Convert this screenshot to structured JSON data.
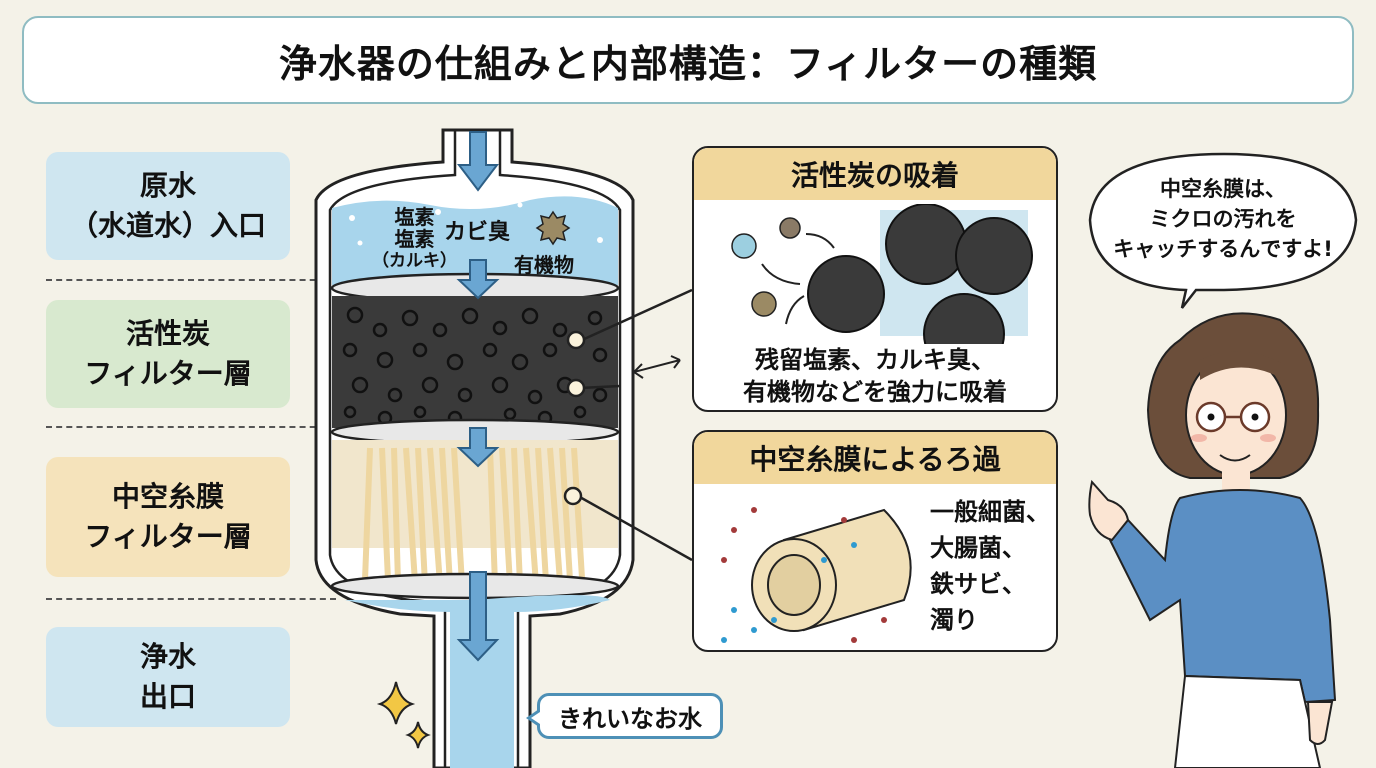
{
  "title": "浄水器の仕組みと内部構造：フィルターの種類",
  "side_labels": [
    {
      "line1": "原水",
      "line2": "（水道水）入口",
      "color": "#cfe6f0"
    },
    {
      "line1": "活性炭",
      "line2": "フィルター層",
      "color": "#d8e9cf"
    },
    {
      "line1": "中空糸膜",
      "line2": "フィルター層",
      "color": "#f5e3bb"
    },
    {
      "line1": "浄水",
      "line2": "出口",
      "color": "#cfe6f0"
    }
  ],
  "tank": {
    "contaminants": {
      "chlorine_line1": "塩素",
      "chlorine_line2": "塩素",
      "chlorine_line3": "（カルキ）",
      "mold_odor": "カビ臭",
      "organic": "有機物"
    }
  },
  "cards": {
    "carbon": {
      "header": "活性炭の吸着",
      "caption_line1": "残留塩素、カルキ臭、",
      "caption_line2": "有機物などを強力に吸着"
    },
    "membrane": {
      "header": "中空糸膜によるろ過",
      "items": [
        "一般細菌、",
        "大腸菌、",
        "鉄サビ、",
        "濁り"
      ]
    }
  },
  "speech_bubble": {
    "line1": "中空糸膜は、",
    "line2": "ミクロの汚れを",
    "line3": "キャッチするんですよ!"
  },
  "clean_water_tag": "きれいなお水",
  "colors": {
    "background": "#f4f2e8",
    "water": "#a8d5ec",
    "arrow": "#5b9bc8",
    "carbon": "#3a3a3a",
    "fiber": "#eed6a0",
    "card_header": "#f1d79c",
    "sweater": "#5b8fc4",
    "hair": "#6b4e3a"
  }
}
